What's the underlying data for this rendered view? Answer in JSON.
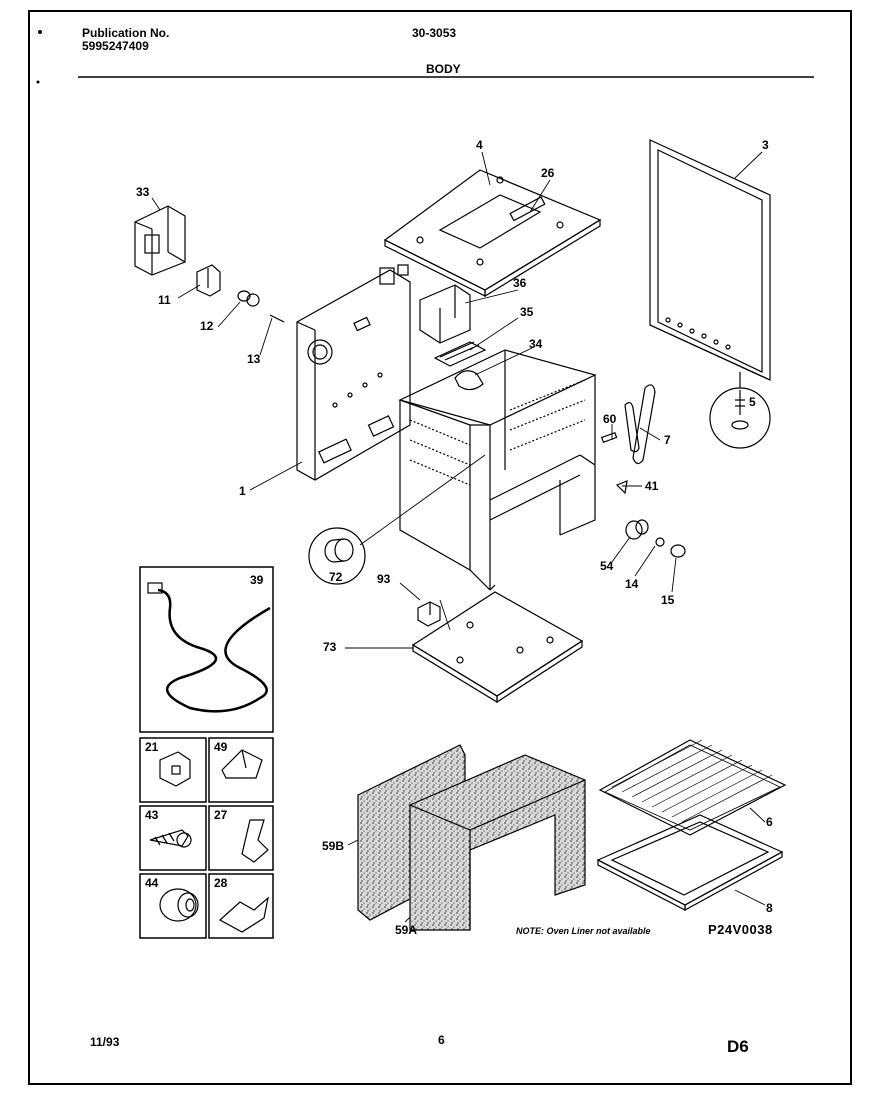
{
  "header": {
    "publication_label": "Publication No.",
    "publication_number": "5995247409",
    "model": "30-3053",
    "section": "BODY"
  },
  "callouts": {
    "c33": "33",
    "c11": "11",
    "c12": "12",
    "c13": "13",
    "c1": "1",
    "c4": "4",
    "c26": "26",
    "c36": "36",
    "c35": "35",
    "c34": "34",
    "c3": "3",
    "c5": "5",
    "c60": "60",
    "c7": "7",
    "c41": "41",
    "c54": "54",
    "c14": "14",
    "c15": "15",
    "c72": "72",
    "c93": "93",
    "c73": "73",
    "c39": "39",
    "c21": "21",
    "c49": "49",
    "c43": "43",
    "c27": "27",
    "c44": "44",
    "c28": "28",
    "c59b": "59B",
    "c59a": "59A",
    "c6": "6",
    "c8": "8"
  },
  "note": "NOTE: Oven Liner not available",
  "diagram_code": "P24V0038",
  "footer": {
    "date": "11/93",
    "page": "6",
    "section_code": "D6"
  }
}
